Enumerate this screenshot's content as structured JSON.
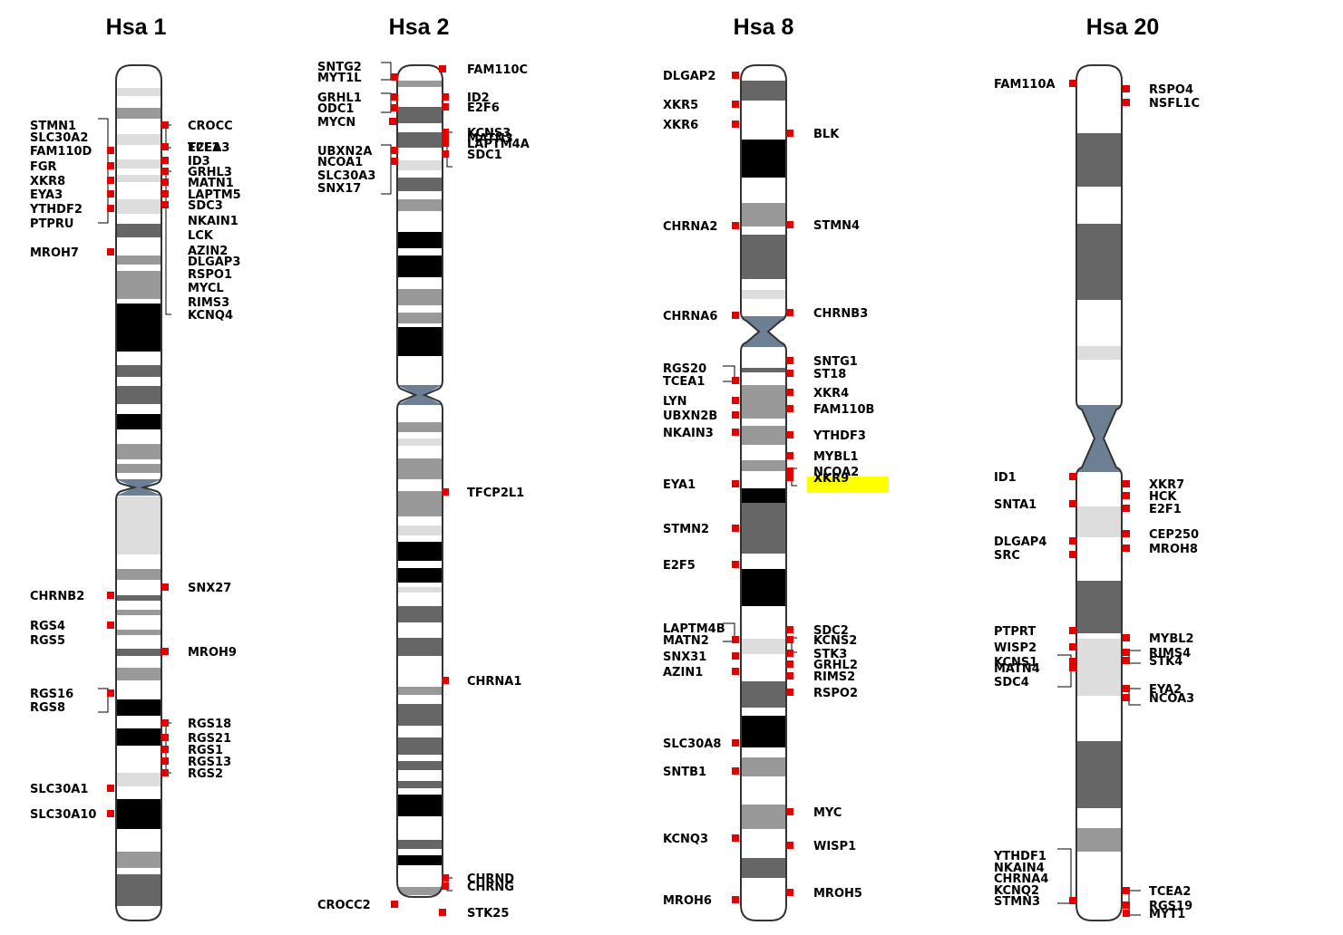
{
  "colors": {
    "marker": "#e50000",
    "highlight": "#ffff00",
    "centromere": "#6d7f93",
    "band_light": "#dddddd",
    "band_mid": "#999999",
    "band_dark": "#666666",
    "band_black": "#000000"
  },
  "chromosomes": [
    {
      "title": "Hsa 1",
      "genes_left": [
        "STMN1",
        "SLC30A2",
        "FAM110D",
        "FGR",
        "XKR8",
        "EYA3",
        "YTHDF2",
        "PTPRU",
        "MROH7",
        "CHRNB2",
        "RGS4",
        "RGS5",
        "RGS16",
        "RGS8",
        "SLC30A1",
        "SLC30A10"
      ],
      "genes_right": [
        "CROCC",
        "TCEA3",
        "E2F2",
        "ID3",
        "GRHL3",
        "MATN1",
        "LAPTM5",
        "SDC3",
        "NKAIN1",
        "LCK",
        "AZIN2",
        "DLGAP3",
        "RSPO1",
        "MYCL",
        "RIMS3",
        "KCNQ4",
        "SNX27",
        "MROH9",
        "RGS18",
        "RGS21",
        "RGS1",
        "RGS13",
        "RGS2"
      ]
    },
    {
      "title": "Hsa 2",
      "genes_left": [
        "SNTG2",
        "MYT1L",
        "GRHL1",
        "ODC1",
        "MYCN",
        "UBXN2A",
        "NCOA1",
        "SLC30A3",
        "SNX17",
        "CROCC2"
      ],
      "genes_right": [
        "FAM110C",
        "ID2",
        "E2F6",
        "KCNS3",
        "MATN3",
        "LAPTM4A",
        "SDC1",
        "TFCP2L1",
        "CHRNA1",
        "CHRND",
        "CHRNG",
        "STK25"
      ]
    },
    {
      "title": "Hsa 8",
      "genes_left": [
        "DLGAP2",
        "XKR5",
        "XKR6",
        "CHRNA2",
        "CHRNA6",
        "RGS20",
        "TCEA1",
        "LYN",
        "UBXN2B",
        "NKAIN3",
        "EYA1",
        "STMN2",
        "E2F5",
        "LAPTM4B",
        "MATN2",
        "SNX31",
        "AZIN1",
        "SLC30A8",
        "SNTB1",
        "KCNQ3",
        "MROH6"
      ],
      "genes_right": [
        "BLK",
        "STMN4",
        "CHRNB3",
        "SNTG1",
        "ST18",
        "XKR4",
        "FAM110B",
        "YTHDF3",
        "MYBL1",
        "NCOA2",
        "XKR9",
        "SDC2",
        "KCNS2",
        "STK3",
        "GRHL2",
        "RIMS2",
        "RSPO2",
        "MYC",
        "WISP1",
        "MROH5"
      ],
      "highlighted_gene": "XKR9"
    },
    {
      "title": "Hsa 20",
      "genes_left": [
        "FAM110A",
        "ID1",
        "SNTA1",
        "DLGAP4",
        "SRC",
        "PTPRT",
        "WISP2",
        "KCNS1",
        "MATN4",
        "SDC4",
        "YTHDF1",
        "NKAIN4",
        "CHRNA4",
        "KCNQ2",
        "STMN3"
      ],
      "genes_right": [
        "RSPO4",
        "NSFL1C",
        "XKR7",
        "HCK",
        "E2F1",
        "CEP250",
        "MROH8",
        "MYBL2",
        "RIMS4",
        "STK4",
        "EYA2",
        "NCOA3",
        "TCEA2",
        "RGS19",
        "MYT1"
      ]
    }
  ]
}
